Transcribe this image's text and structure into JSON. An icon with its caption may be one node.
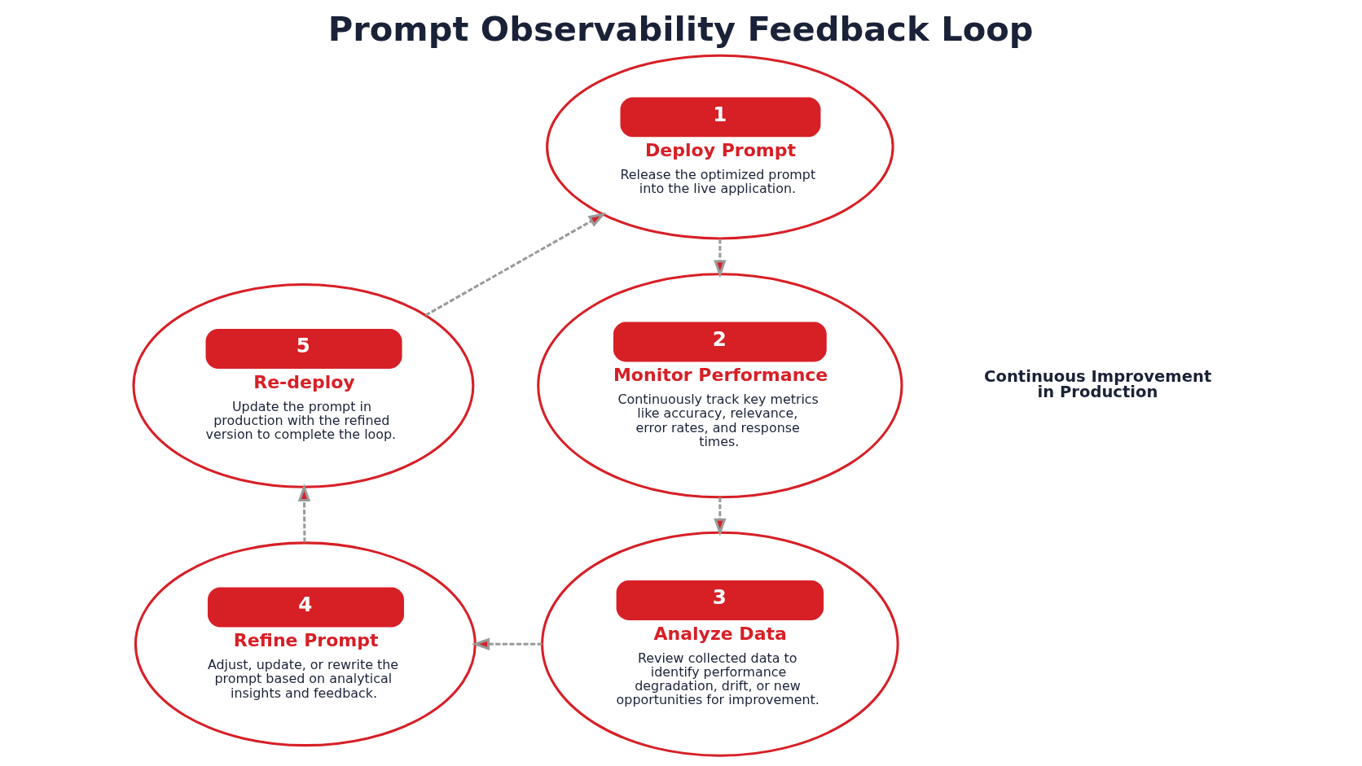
{
  "diagram": {
    "title": "Prompt Observability Feedback Loop",
    "nodes": [
      {
        "text": [
          "1",
          "Deploy Prompt",
          "Release the optimized prompt into the live application."
        ]
      },
      {
        "text": [
          "2",
          "Monitor Performance",
          "Continuously track key metrics like accuracy, relevance, error rates, and response times."
        ]
      },
      {
        "text": [
          "3",
          "Analyze Data",
          "Review collected data to identify performance degradation, drift, or new opportunities for improvement."
        ]
      },
      {
        "text": [
          "4",
          "Refine Prompt",
          "Adjust, update, or rewrite the prompt based on analytical insights and feedback."
        ]
      },
      {
        "text": [
          "5",
          "Re-deploy",
          "Update the prompt in production with the refined version to complete the loop."
        ]
      }
    ],
    "edges": [
      {
        "from": 0,
        "to": 1,
        "arrow": "to",
        "style": "dashed"
      },
      {
        "from": 1,
        "to": 2,
        "arrow": "to",
        "style": "dashed"
      },
      {
        "from": 2,
        "to": 3,
        "arrow": "to",
        "style": "dashed"
      },
      {
        "from": 3,
        "to": 4,
        "arrow": "to",
        "style": "dashed"
      },
      {
        "from": 4,
        "to": 0,
        "arrow": "to",
        "style": "dashed"
      }
    ],
    "labels": [
      "Continuous Improvement in Production"
    ]
  }
}
